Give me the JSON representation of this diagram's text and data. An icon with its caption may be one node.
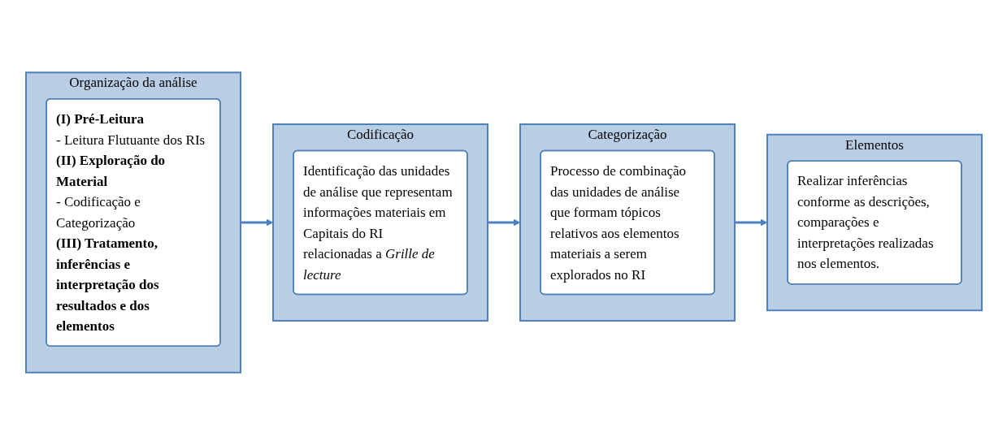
{
  "diagram": {
    "nodes": [
      {
        "text": [
          "Organização da análise"
        ]
      },
      {
        "text": [
          "(I) Pré-Leitura",
          "- Leitura Flutuante dos RIs",
          "(II) Exploração do Material",
          "- Codificação e Categorização",
          "(III) Tratamento, inferências e interpretação dos resultados e dos elementos"
        ],
        "in": 0
      },
      {
        "text": [
          "Codificação"
        ]
      },
      {
        "text": [
          "Identificação das unidades de análise que representam informações materiais em Capitais do RI relacionadas a *Grille de lecture*"
        ],
        "in": 2
      },
      {
        "text": [
          "Categorização"
        ]
      },
      {
        "text": [
          "Processo de combinação das unidades de análise que formam tópicos relativos aos elementos materiais a serem explorados no RI"
        ],
        "in": 4
      },
      {
        "text": [
          "Elementos"
        ]
      },
      {
        "text": [
          "Realizar inferências conforme as descrições, comparações e interpretações realizadas nos elementos."
        ],
        "in": 6
      }
    ],
    "edges": [
      {
        "from": 0,
        "to": 2,
        "arrow": "to"
      },
      {
        "from": 2,
        "to": 4,
        "arrow": "to"
      },
      {
        "from": 4,
        "to": 6,
        "arrow": "to"
      }
    ]
  }
}
